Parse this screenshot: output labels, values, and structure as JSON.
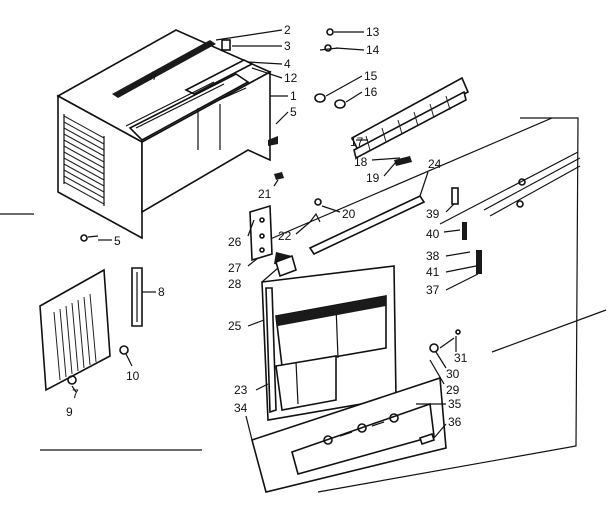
{
  "diagram": {
    "type": "exploded-parts-diagram",
    "callouts": [
      "2",
      "3",
      "4",
      "12",
      "1",
      "5",
      "13",
      "14",
      "15",
      "16",
      "17",
      "18",
      "19",
      "24",
      "21",
      "20",
      "26",
      "22",
      "27",
      "28",
      "39",
      "40",
      "38",
      "41",
      "37",
      "25",
      "8",
      "10",
      "7",
      "9",
      "5",
      "31",
      "30",
      "29",
      "23",
      "34",
      "35",
      "36"
    ]
  }
}
